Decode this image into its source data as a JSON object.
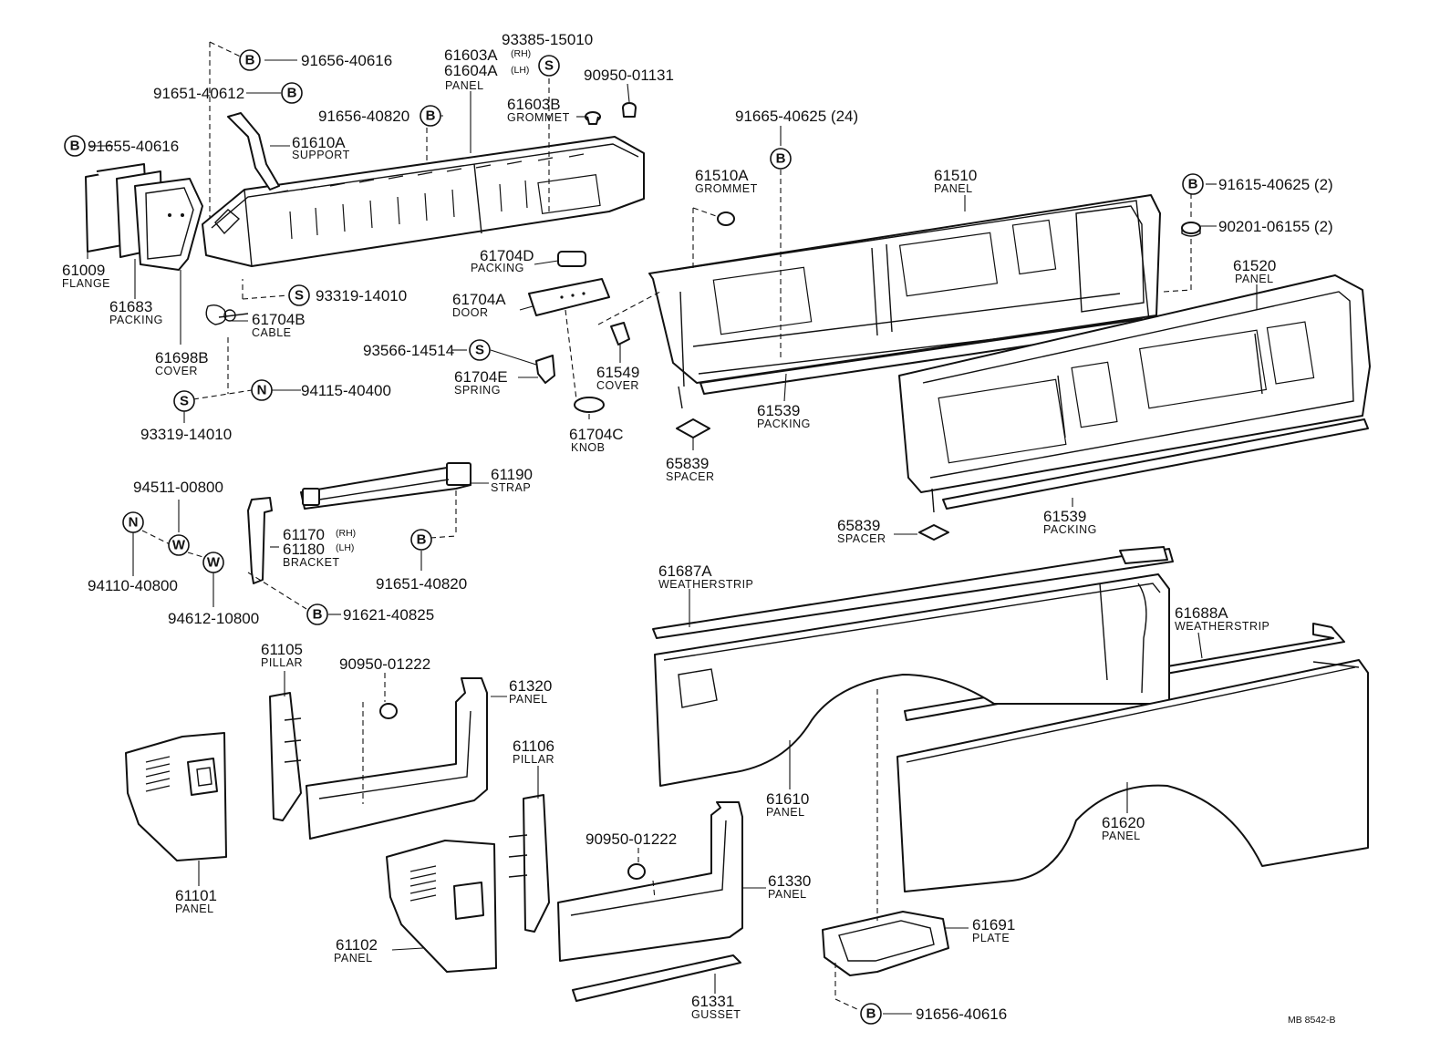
{
  "parts": {
    "p61603A": "61603A",
    "p61603A_rh": "(RH)",
    "p61604A": "61604A",
    "p61604A_lh": "(LH)",
    "p61603A_sub": "PANEL",
    "p93385": "93385-15010",
    "p90950_01131": "90950-01131",
    "p61603B": "61603B",
    "p61603B_sub": "GROMMET",
    "p91656_40616_top": "91656-40616",
    "p91651_40612": "91651-40612",
    "p91656_40820": "91656-40820",
    "p91655_40616": "91655-40616",
    "p61610A": "61610A",
    "p61610A_sub": "SUPPORT",
    "p61009": "61009",
    "p61009_sub": "FLANGE",
    "p61683": "61683",
    "p61683_sub": "PACKING",
    "p61698B": "61698B",
    "p61698B_sub": "COVER",
    "p93319_top": "93319-14010",
    "p61704B": "61704B",
    "p61704B_sub": "CABLE",
    "p93566": "93566-14514",
    "p61704E": "61704E",
    "p61704E_sub": "SPRING",
    "p94115": "94115-40400",
    "p93319_bottom": "93319-14010",
    "p61704D": "61704D",
    "p61704D_sub": "PACKING",
    "p61704A": "61704A",
    "p61704A_sub": "DOOR",
    "p61704C": "61704C",
    "p61704C_sub": "KNOB",
    "p61549": "61549",
    "p61549_sub": "COVER",
    "p91665": "91665-40625 (24)",
    "p61510A": "61510A",
    "p61510A_sub": "GROMMET",
    "p61510": "61510",
    "p61510_sub": "PANEL",
    "p91615": "91615-40625 (2)",
    "p90201": "90201-06155 (2)",
    "p61520": "61520",
    "p61520_sub": "PANEL",
    "p61539_a": "61539",
    "p61539_a_sub": "PACKING",
    "p65839_a": "65839",
    "p65839_a_sub": "SPACER",
    "p61539_b": "61539",
    "p61539_b_sub": "PACKING",
    "p65839_b": "65839",
    "p65839_b_sub": "SPACER",
    "p61190": "61190",
    "p61190_sub": "STRAP",
    "p94511": "94511-00800",
    "p61170": "61170",
    "p61170_rh": "(RH)",
    "p61180": "61180",
    "p61180_lh": "(LH)",
    "p61170_sub": "BRACKET",
    "p91651_40820": "91651-40820",
    "p94110": "94110-40800",
    "p94612": "94612-10800",
    "p91621": "91621-40825",
    "p61687A": "61687A",
    "p61687A_sub": "WEATHERSTRIP",
    "p61688A": "61688A",
    "p61688A_sub": "WEATHERSTRIP",
    "p61105": "61105",
    "p61105_sub": "PILLAR",
    "p90950_01222_a": "90950-01222",
    "p61320": "61320",
    "p61320_sub": "PANEL",
    "p61106": "61106",
    "p61106_sub": "PILLAR",
    "p61101": "61101",
    "p61101_sub": "PANEL",
    "p90950_01222_b": "90950-01222",
    "p61330": "61330",
    "p61330_sub": "PANEL",
    "p61102": "61102",
    "p61102_sub": "PANEL",
    "p61331": "61331",
    "p61331_sub": "GUSSET",
    "p61610": "61610",
    "p61610_sub": "PANEL",
    "p61620": "61620",
    "p61620_sub": "PANEL",
    "p61691": "61691",
    "p61691_sub": "PLATE",
    "p91656_40616_bottom": "91656-40616",
    "ref": "MB  8542-B"
  },
  "markers": {
    "b": "B",
    "s": "S",
    "n": "N",
    "w": "W"
  }
}
